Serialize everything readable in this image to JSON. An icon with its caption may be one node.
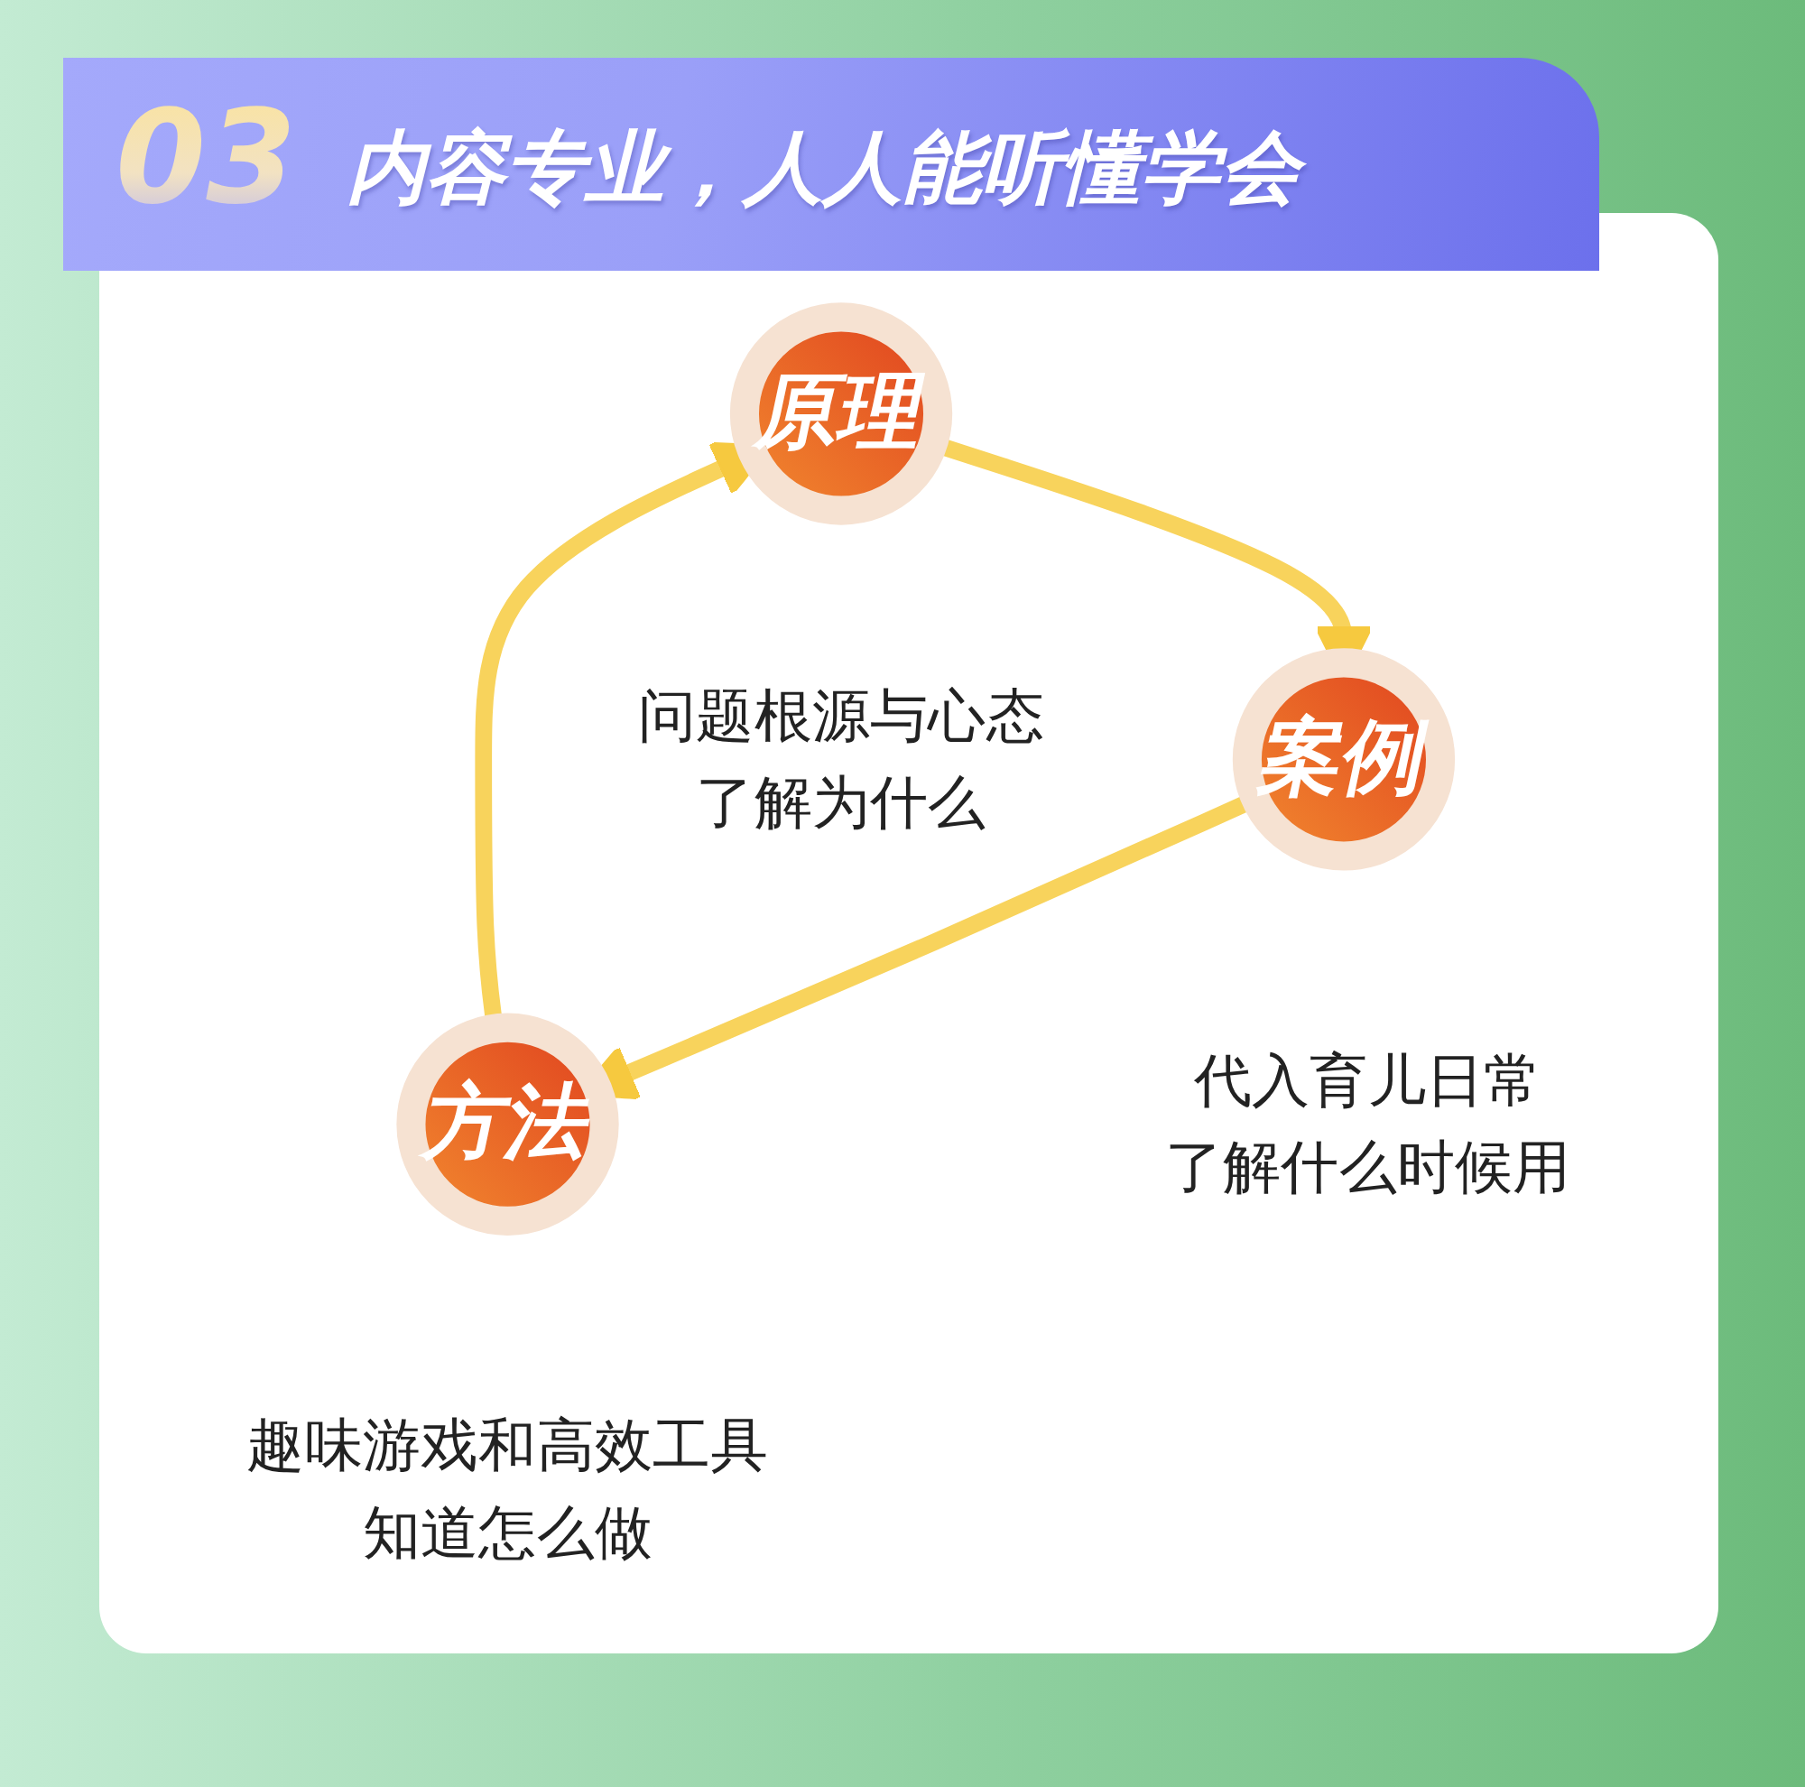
{
  "diagram": {
    "title": "内容专业，人人能听懂学会",
    "nodes": [
      {
        "text": [
          "原理"
        ],
        "beside": [
          "问题根源与心态",
          "了解为什么"
        ]
      },
      {
        "text": [
          "方法"
        ],
        "beside": [
          "趣味游戏和高效工具",
          "知道怎么做"
        ]
      },
      {
        "text": [
          "案例"
        ],
        "beside": [
          "代入育儿日常",
          "了解什么时候用"
        ]
      }
    ],
    "edges": [
      {
        "from": 0,
        "to": 2,
        "arrow": "to"
      },
      {
        "from": 2,
        "to": 1,
        "arrow": "to"
      },
      {
        "from": 1,
        "to": 0,
        "arrow": "to"
      }
    ],
    "labels": [
      "03"
    ]
  }
}
